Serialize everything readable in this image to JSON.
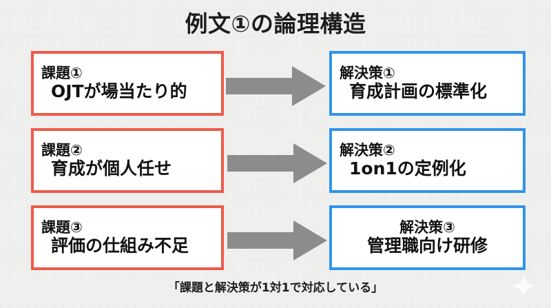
{
  "slide": {
    "title": "例文①の論理構造",
    "caption": "「課題と解決策が1対1で対応している」",
    "background_color": "#EFEFED",
    "problem_border_color": "#EE5A4A",
    "solution_border_color": "#2E94EC",
    "arrow_color": "#8C8C8C"
  },
  "pairs": [
    {
      "problem": {
        "heading": "課題①",
        "detail": "OJTが場当たり的"
      },
      "arrow": "right-arrow",
      "solution": {
        "heading": "解決策①",
        "detail": "育成計画の標準化"
      }
    },
    {
      "problem": {
        "heading": "課題②",
        "detail": "育成が個人任せ"
      },
      "arrow": "right-arrow",
      "solution": {
        "heading": "解決策②",
        "detail": "1on1の定例化"
      }
    },
    {
      "problem": {
        "heading": "課題③",
        "detail": "評価の仕組み不足"
      },
      "arrow": "right-arrow",
      "solution": {
        "heading": "解決策③",
        "detail": "管理職向け研修"
      }
    }
  ],
  "decoration": {
    "sparkle": "sparkle-icon"
  }
}
